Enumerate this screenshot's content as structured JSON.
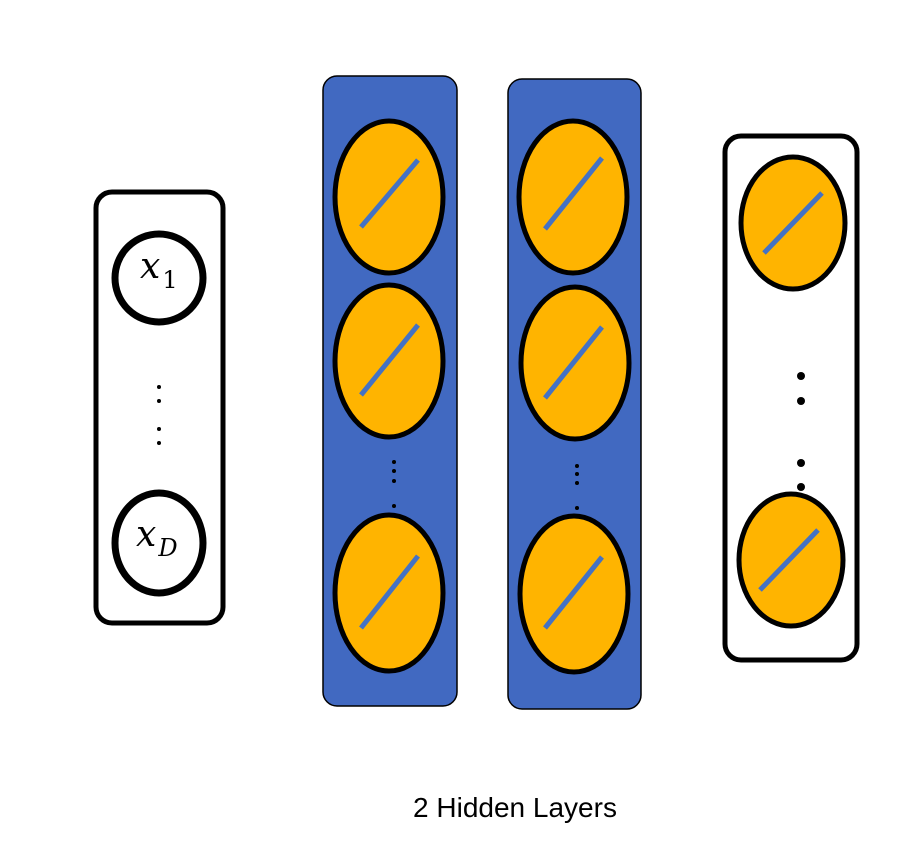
{
  "diagram": {
    "input_labels": [
      {
        "base": "x",
        "sub": "1"
      },
      {
        "base": "x",
        "sub": "D"
      }
    ],
    "caption": "2 Hidden Layers",
    "colors": {
      "hidden_layer_fill": "#4169C1",
      "neuron_fill": "#FFB400",
      "neuron_stroke": "#000000",
      "activation_line": "#4472C4",
      "input_neuron_fill": "#FFFFFF",
      "box_stroke": "#000000"
    }
  }
}
